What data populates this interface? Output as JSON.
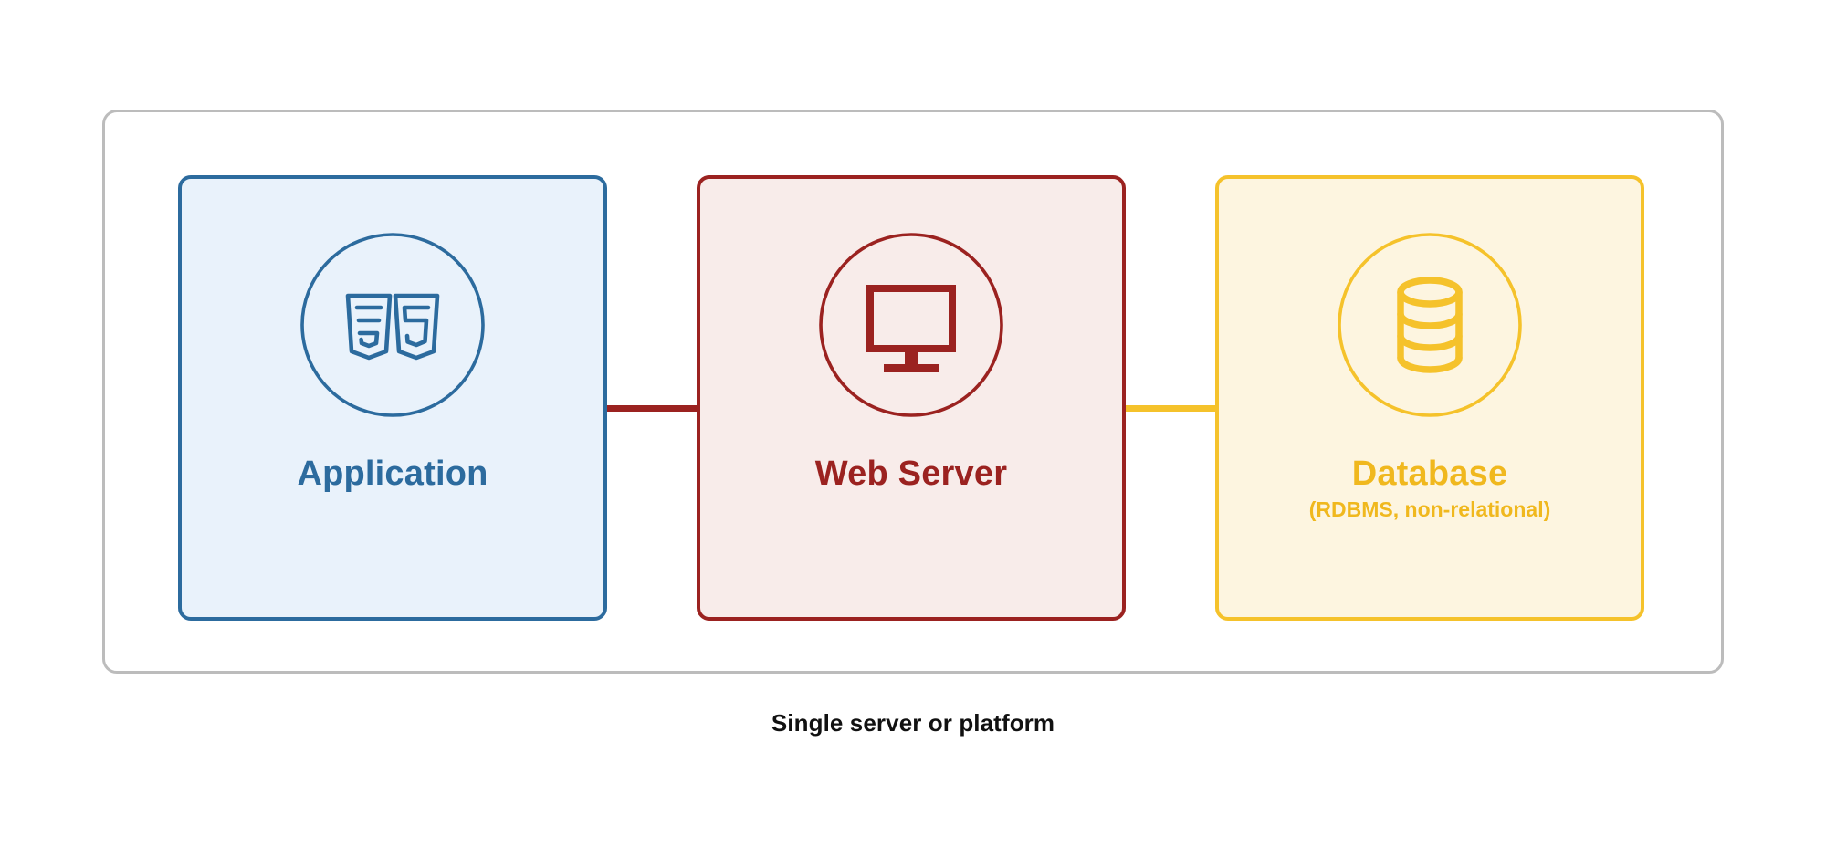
{
  "diagram": {
    "caption": "Single server or platform",
    "container_name": "single-server-platform-boundary",
    "colors": {
      "application": "#2c6b9e",
      "application_fill": "#e9f2fb",
      "webserver": "#9b2220",
      "webserver_fill": "#f8ecea",
      "database": "#f5c22b",
      "database_fill": "#fdf5e0",
      "container_border": "#bcbcbc",
      "caption_text": "#111111"
    },
    "nodes": [
      {
        "id": "application",
        "label": "Application",
        "sublabel": "",
        "icon": "css3-html5-shields-icon"
      },
      {
        "id": "webserver",
        "label": "Web Server",
        "sublabel": "",
        "icon": "desktop-monitor-icon"
      },
      {
        "id": "database",
        "label": "Database",
        "sublabel": "(RDBMS, non-relational)",
        "icon": "database-cylinder-icon"
      }
    ],
    "connectors": [
      {
        "id": "application-to-webserver",
        "color": "#9b2220"
      },
      {
        "id": "webserver-to-database",
        "color": "#f5c22b"
      }
    ]
  }
}
